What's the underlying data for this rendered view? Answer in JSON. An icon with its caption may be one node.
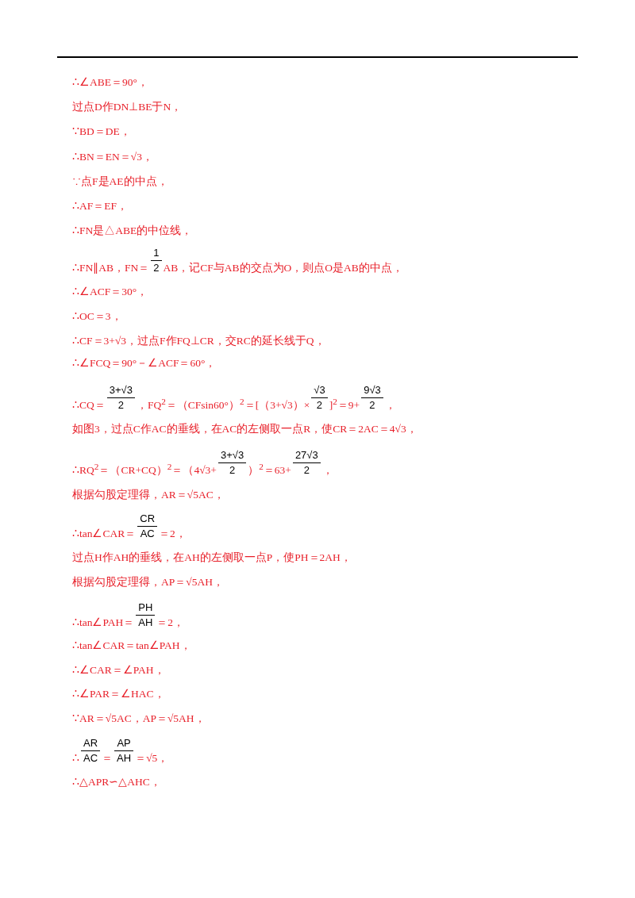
{
  "diagram": {
    "labels": [
      "∴∠ABE＝90°，",
      "过点D作DN⊥BE于N，",
      "∵BD＝DE，",
      "∴BN＝EN＝√3，",
      "∵点F是AE的中点，",
      "∴AF＝EF，",
      "∴FN是△ABE的中位线，",
      "∴FN∥AB，FN＝",
      "1",
      "2",
      "AB，记CF与AB的交点为O，则点O是AB的中点，",
      "∴∠ACF＝30°，",
      "∴OC＝3，",
      "∴CF＝3+√3，过点F作FQ⊥CR，交RC的延长线于Q，",
      "∴∠FCQ＝90°－∠ACF＝60°，",
      "∴CQ＝",
      "3+√3",
      "2",
      "，FQ$^{2}$＝（CFsin60°）$^{2}$＝[（3+√3）×",
      "√3",
      "2",
      "]$^{2}$＝9+",
      "9√3",
      "2",
      "，",
      "如图3，过点C作AC的垂线，在AC的左侧取一点R，使CR＝2AC＝4√3，",
      "∴RQ$^{2}$＝（CR+CQ）$^{2}$＝（4√3+",
      "3+√3",
      "2",
      "）$^{2}$＝63+",
      "27√3",
      "2",
      "，",
      "根据勾股定理得，AR＝√5AC，",
      "∴tan∠CAR＝",
      "CR",
      "AC",
      "＝2，",
      "过点H作AH的垂线，在AH的左侧取一点P，使PH＝2AH，",
      "根据勾股定理得，AP＝√5AH，",
      "∴tan∠PAH＝",
      "PH",
      "AH",
      "＝2，",
      "∴tan∠CAR＝tan∠PAH，",
      "∴∠CAR＝∠PAH，",
      "∴∠PAR＝∠HAC，",
      "∵AR＝√5AC，AP＝√5AH，",
      "∴",
      "AR",
      "AC",
      "＝",
      "AP",
      "AH",
      "＝√5，",
      "∴△APR∽△AHC，"
    ]
  }
}
